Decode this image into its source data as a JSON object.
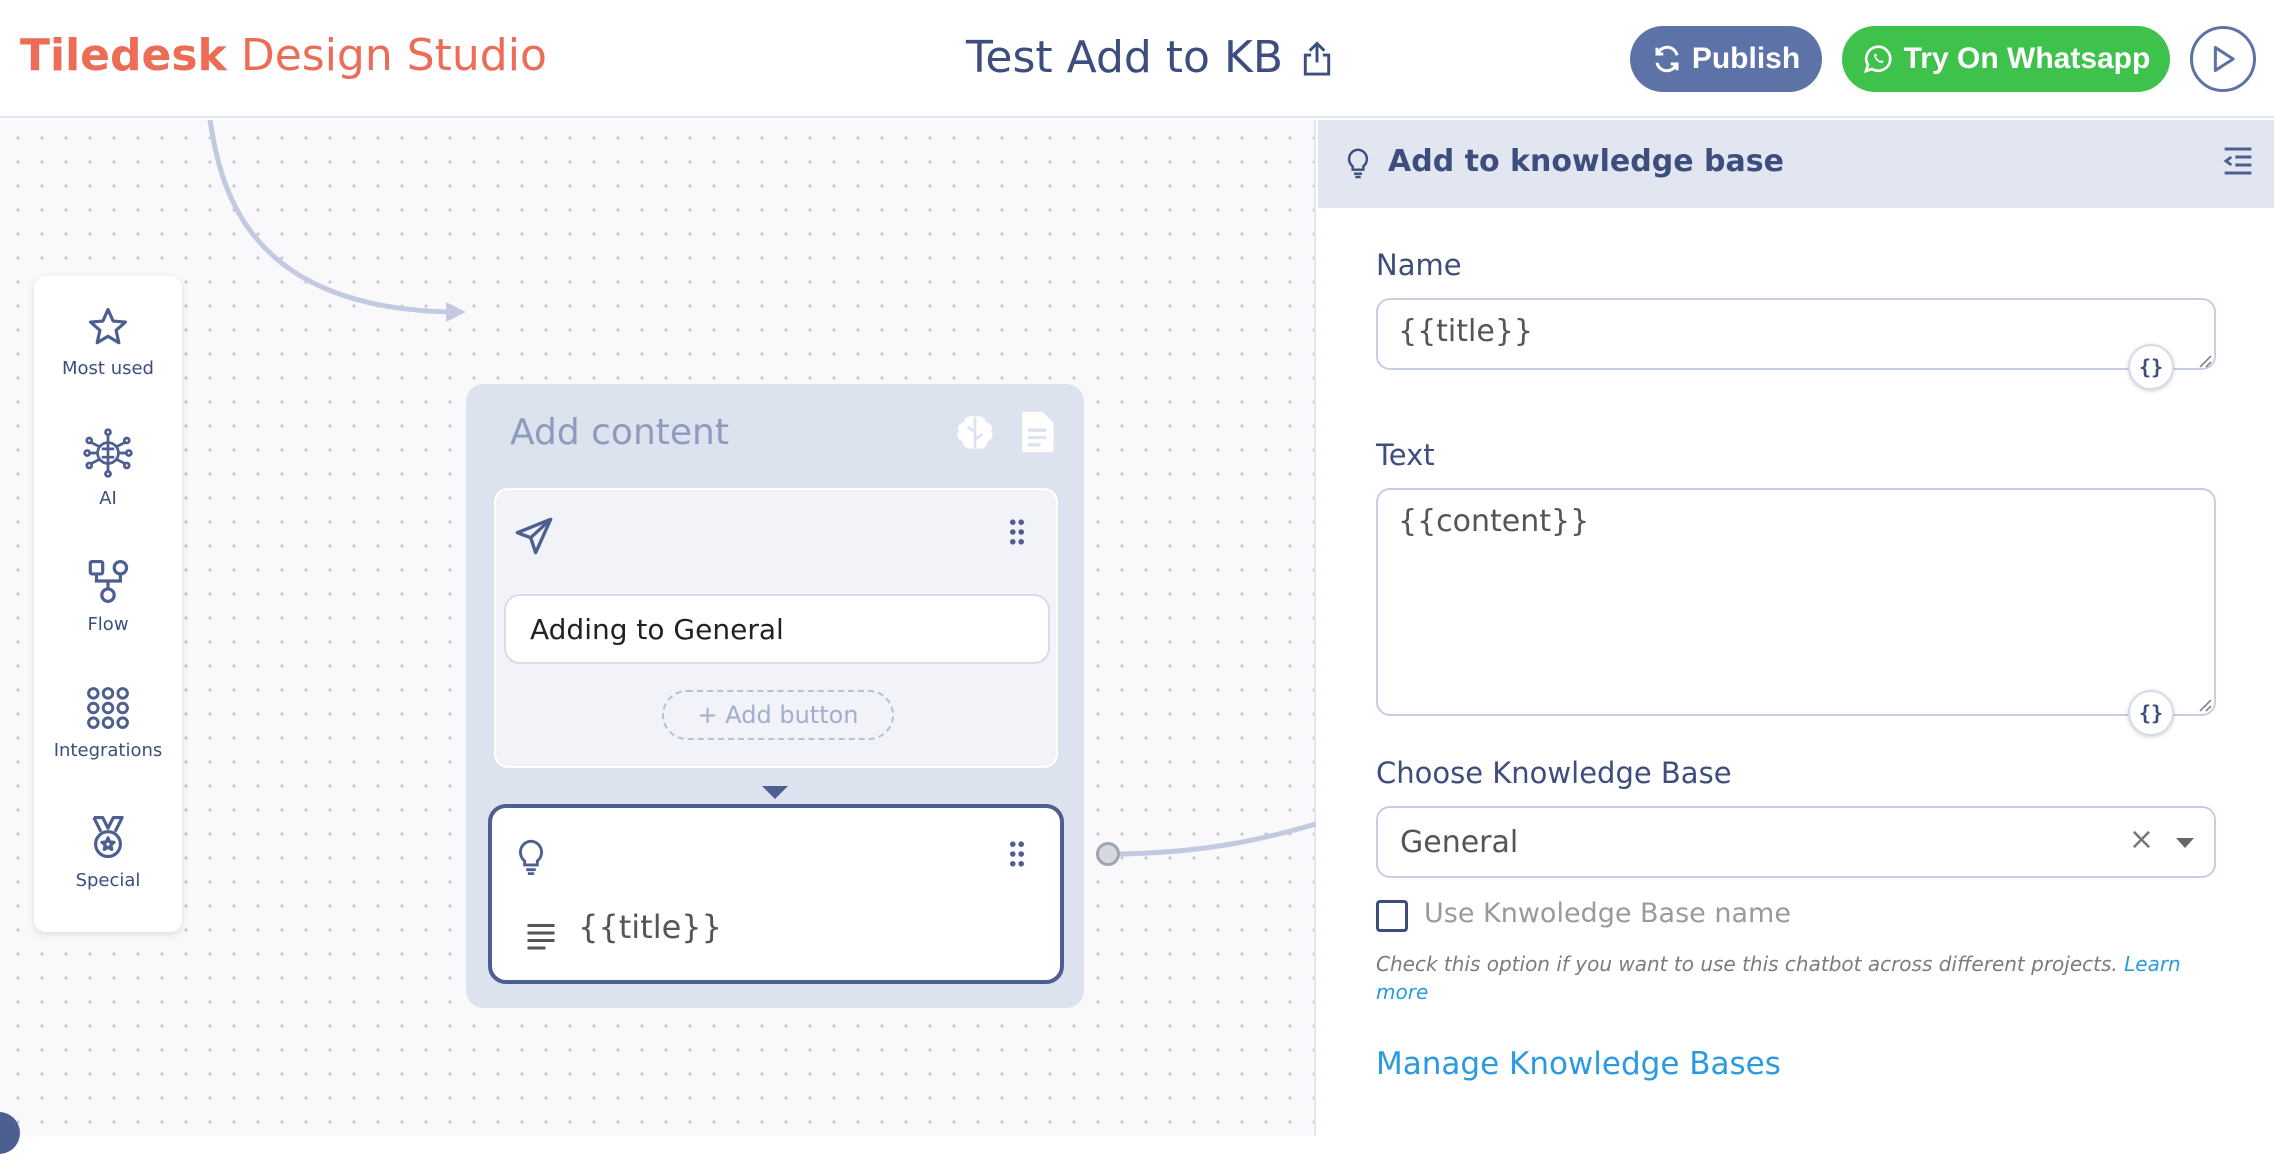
{
  "header": {
    "brand_bold": "Tiledesk",
    "brand_light": "Design Studio",
    "bot_title": "Test Add to KB",
    "publish_label": "Publish",
    "whatsapp_label": "Try On Whatsapp",
    "colors": {
      "brand": "#ec6c56",
      "primary": "#5d73a8",
      "whatsapp": "#3fc24c"
    }
  },
  "palette": {
    "items": [
      {
        "label": "Most used",
        "icon": "star-icon"
      },
      {
        "label": "AI",
        "icon": "brain-circuit-icon"
      },
      {
        "label": "Flow",
        "icon": "flow-icon"
      },
      {
        "label": "Integrations",
        "icon": "grid-dots-icon"
      },
      {
        "label": "Special",
        "icon": "medal-icon"
      }
    ]
  },
  "block": {
    "title": "Add content",
    "send_message": "Adding to General",
    "add_button_label": "+ Add button",
    "kb_action_text": "{{title}}"
  },
  "panel": {
    "title": "Add to knowledge base",
    "name_label": "Name",
    "name_value": "{{title}}",
    "text_label": "Text",
    "text_value": "{{content}}",
    "var_button": "{}",
    "kb_label": "Choose Knowledge Base",
    "kb_value": "General",
    "kb_clear": "×",
    "checkbox_label": "Use Knwoledge Base name",
    "hint_text": "Check this option if you want to use this chatbot across different projects.",
    "hint_link": "Learn more",
    "manage_link": "Manage Knowledge Bases"
  }
}
